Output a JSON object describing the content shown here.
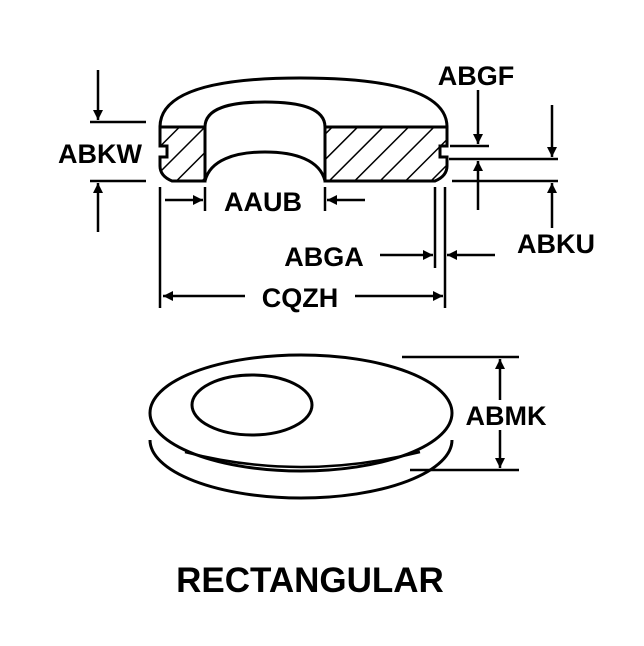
{
  "labels": {
    "abkw": "ABKW",
    "abgf": "ABGF",
    "aaub": "AAUB",
    "abga": "ABGA",
    "abku": "ABKU",
    "cqzh": "CQZH",
    "abmk": "ABMK"
  },
  "caption": "RECTANGULAR",
  "colors": {
    "ink": "#000000",
    "background": "#ffffff"
  }
}
